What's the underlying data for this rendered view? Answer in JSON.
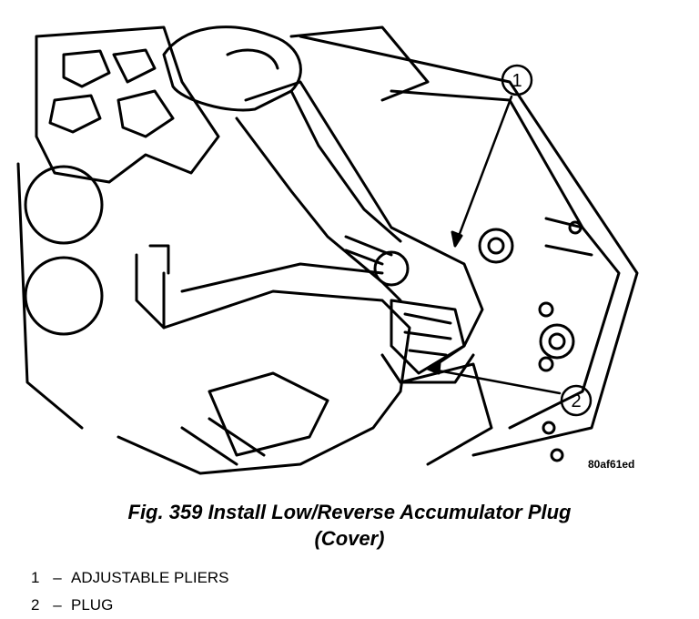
{
  "figure": {
    "code": "80af61ed",
    "caption_line1": "Fig. 359 Install Low/Reverse Accumulator Plug",
    "caption_line2": "(Cover)"
  },
  "callouts": [
    {
      "number": "1",
      "label": "ADJUSTABLE PLIERS"
    },
    {
      "number": "2",
      "label": "PLUG"
    }
  ]
}
